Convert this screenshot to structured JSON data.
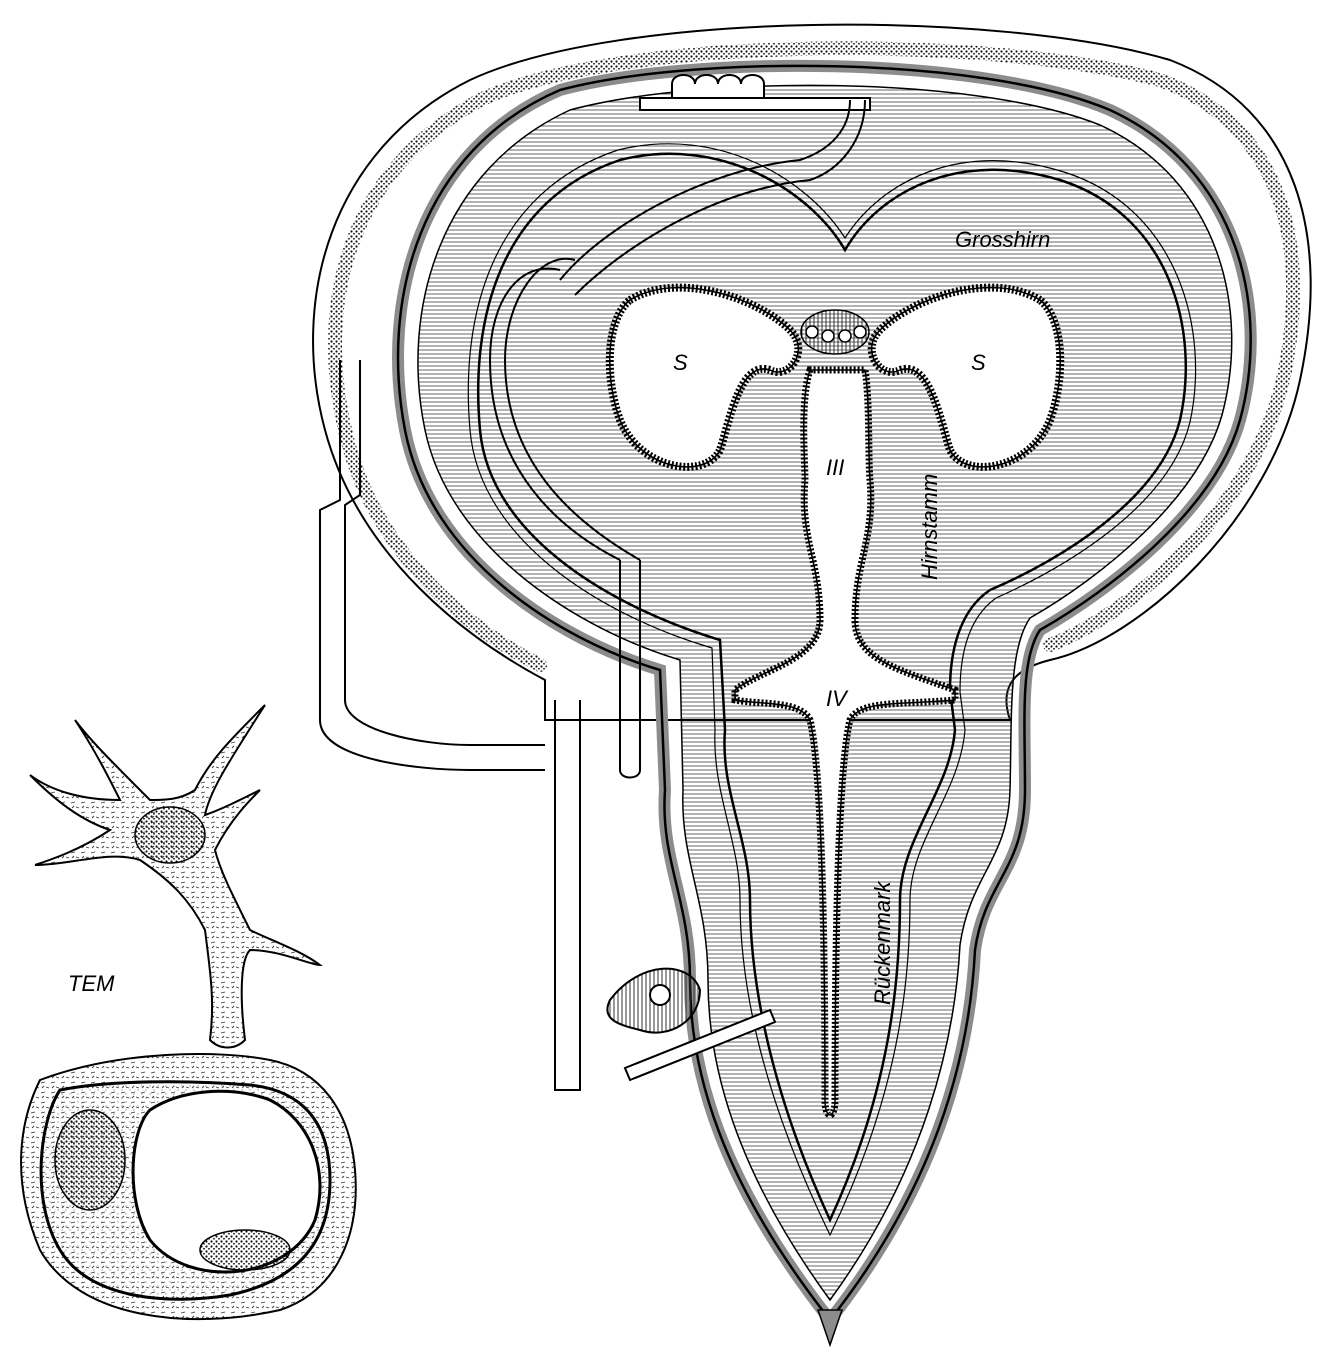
{
  "labels": {
    "grosshirn": "Grosshirn",
    "s_left": "S",
    "s_right": "S",
    "third_ventricle": "III",
    "hirnstamm": "Hirnstamm",
    "fourth_ventricle": "IV",
    "rueckenmark": "Rückenmark",
    "tem": "TEM"
  },
  "colors": {
    "ink": "#000000",
    "paper": "#ffffff",
    "dura_gray": "#8c8c8c",
    "skull_dots": "#1a1a1a"
  }
}
